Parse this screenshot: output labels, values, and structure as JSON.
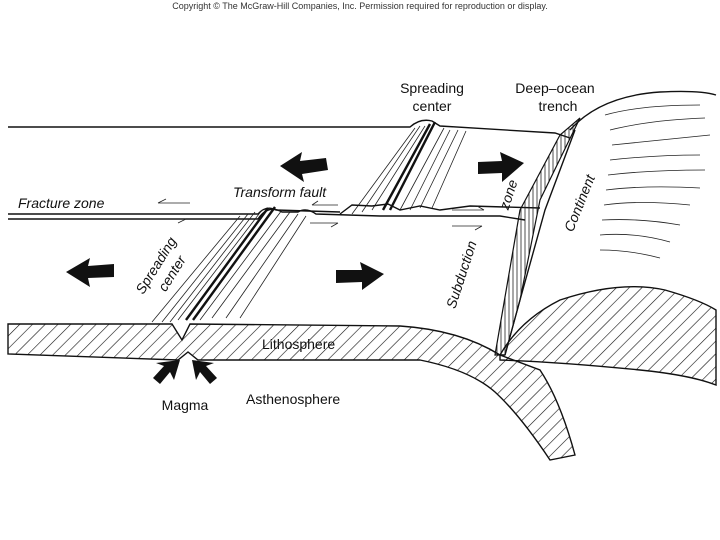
{
  "copyright": "Copyright © The McGraw-Hill Companies, Inc. Permission required for reproduction or display.",
  "labels": {
    "spreading_center_top_1": "Spreading",
    "spreading_center_top_2": "center",
    "deep_ocean_trench_1": "Deep–ocean",
    "deep_ocean_trench_2": "trench",
    "transform_fault": "Transform  fault",
    "fracture_zone": "Fracture zone",
    "subduction": "Subduction",
    "zone": "zone",
    "continent": "Continent",
    "spreading_center_left_1": "Spreading",
    "spreading_center_left_2": "center",
    "lithosphere": "Lithosphere",
    "magma": "Magma",
    "asthenosphere": "Asthenosphere"
  },
  "colors": {
    "ink": "#111111",
    "background": "#ffffff"
  }
}
